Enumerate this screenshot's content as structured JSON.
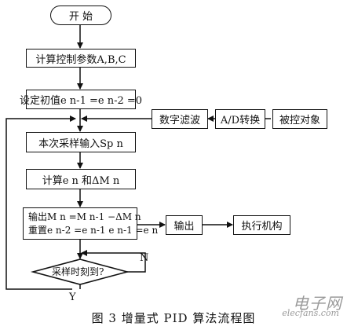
{
  "diagram": {
    "start": "开 始",
    "step1": "计算控制参数A,B,C",
    "step2": "设定初值e n-1 =e n-2 =0",
    "step3": "本次采样输入Sp n",
    "step4": "计算e n 和ΔM n",
    "step5_line1": "输出M n =M n-1 −ΔM n",
    "step5_line2": "重置e n-2 =e n-1  e n-1 =e n",
    "digital_filter": "数字滤波",
    "ad_convert": "A/D转换",
    "plant": "被控对象",
    "output": "输出",
    "actuator": "执行机构",
    "decision": "采样时刻到?",
    "label_n": "N",
    "label_y": "Y"
  },
  "caption": "图 3   增量式 PID 算法流程图",
  "watermark": "电子网",
  "watermark_url": "elecfans.com"
}
